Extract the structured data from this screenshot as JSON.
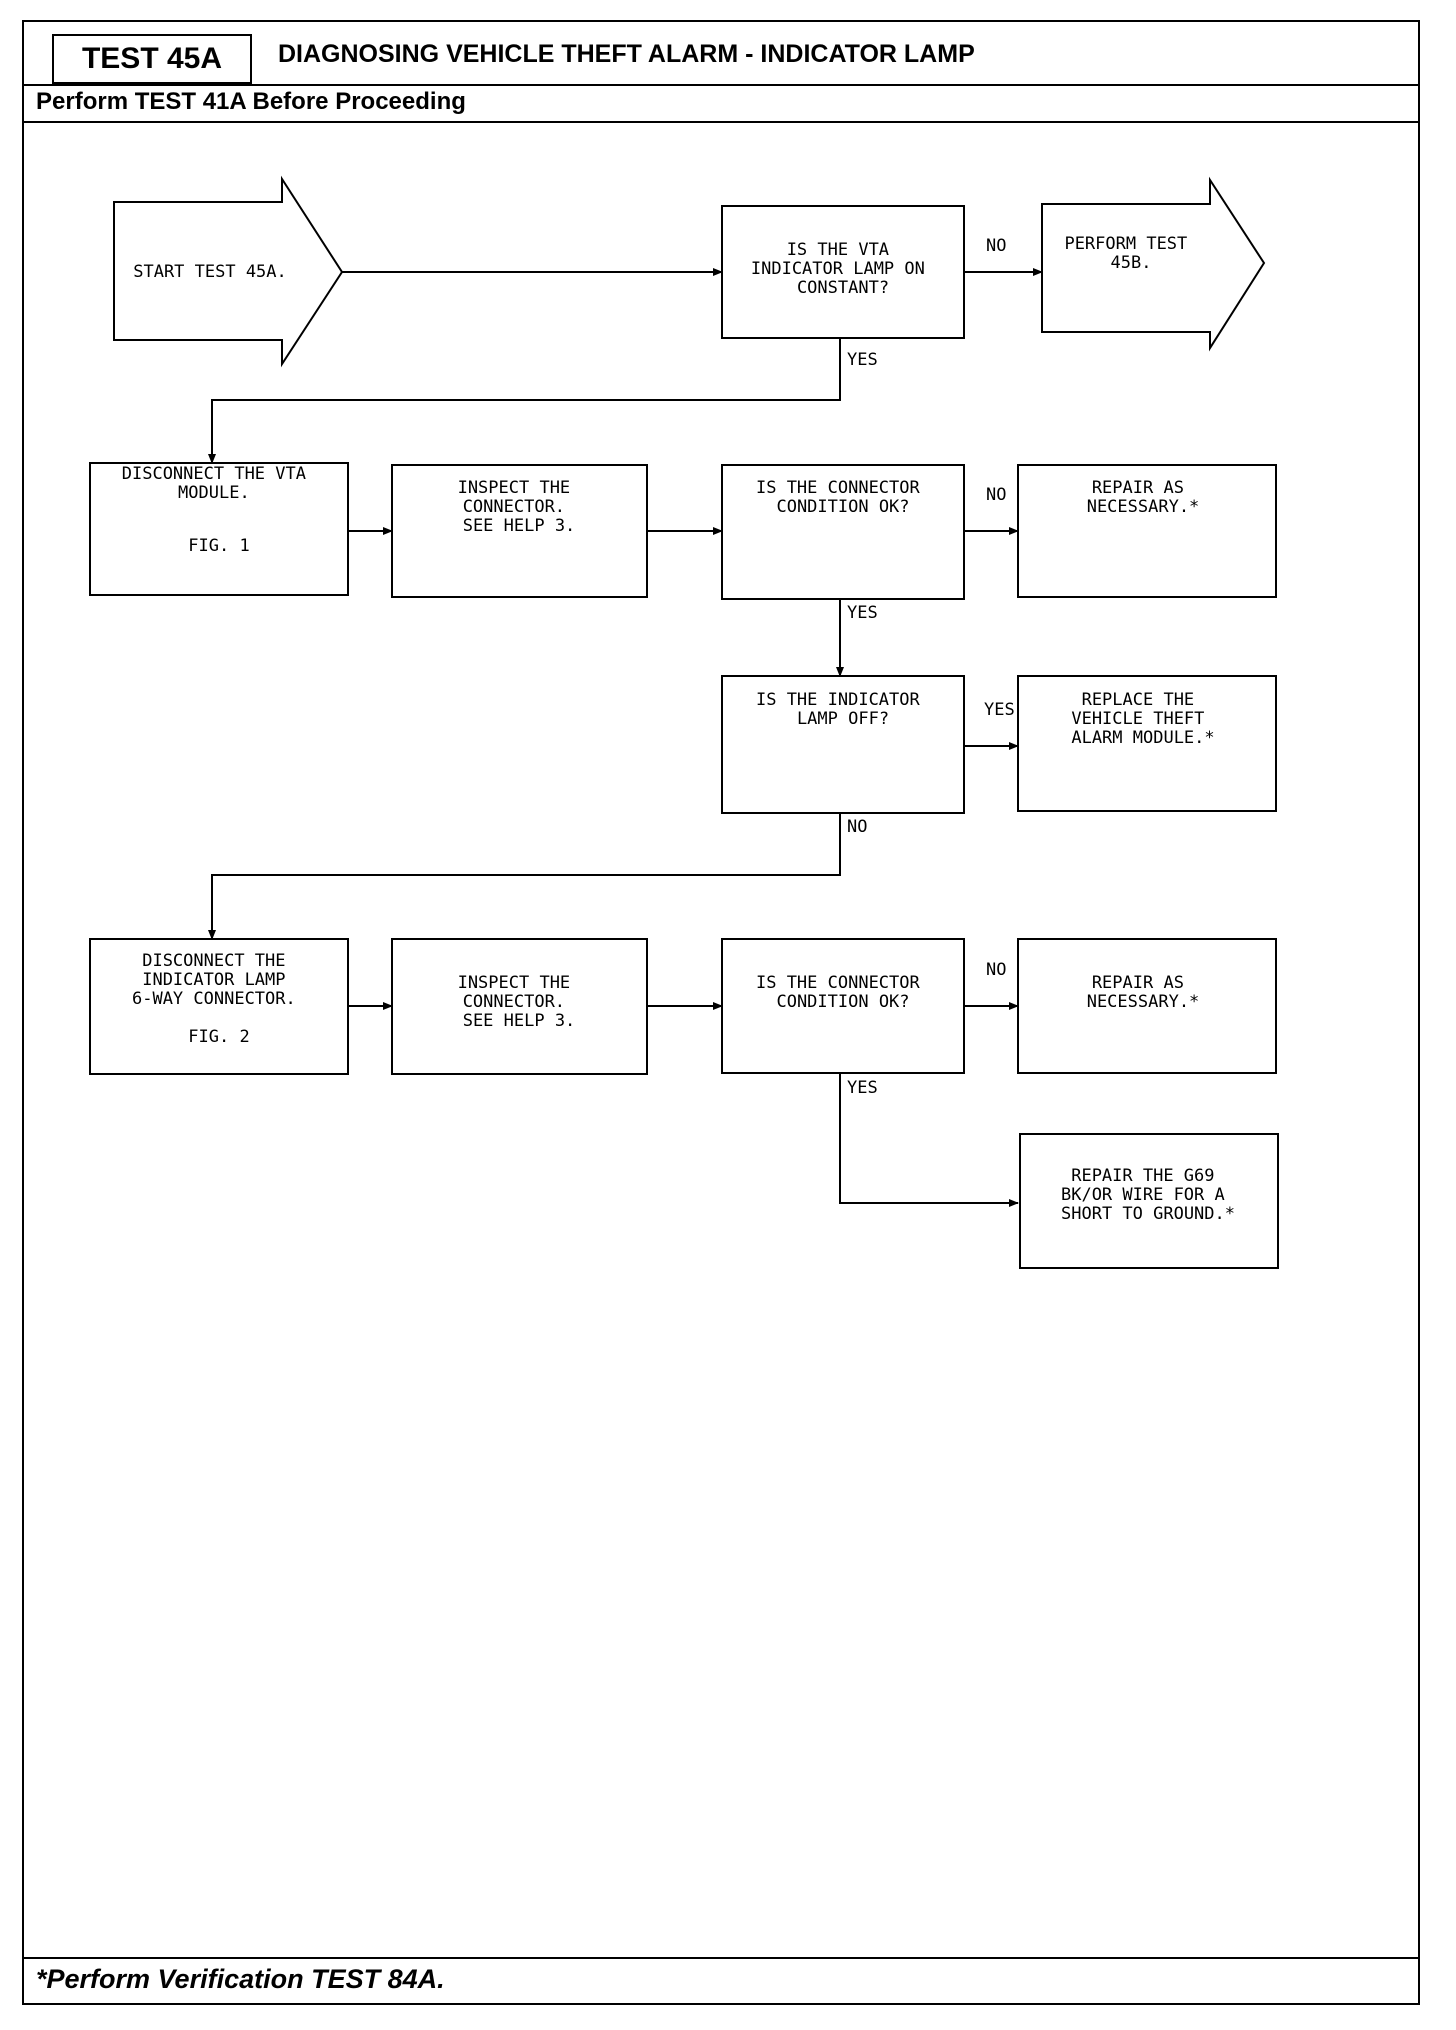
{
  "header": {
    "test_id": "TEST 45A",
    "title": "DIAGNOSING VEHICLE THEFT ALARM - INDICATOR LAMP",
    "prerequisite": "Perform TEST 41A Before Proceeding"
  },
  "footer": {
    "note": "*Perform Verification TEST 84A."
  },
  "flow": {
    "start": [
      "START TEST 45A."
    ],
    "q_lamp_constant": [
      "IS THE VTA",
      "INDICATOR LAMP ON",
      "CONSTANT?"
    ],
    "perform_45b": [
      "PERFORM TEST",
      "45B."
    ],
    "disconnect_vta": [
      "DISCONNECT THE VTA",
      "MODULE."
    ],
    "disconnect_vta_fig": "FIG. 1",
    "inspect_1": [
      "INSPECT THE",
      "CONNECTOR.",
      "SEE HELP 3."
    ],
    "q_connector_1": [
      "IS THE CONNECTOR",
      "CONDITION OK?"
    ],
    "repair_1": [
      "REPAIR AS",
      "NECESSARY.*"
    ],
    "q_lamp_off": [
      "IS THE INDICATOR",
      "LAMP OFF?"
    ],
    "replace_module": [
      "REPLACE THE",
      "VEHICLE THEFT",
      "ALARM MODULE.*"
    ],
    "disconnect_lamp": [
      "DISCONNECT THE",
      "INDICATOR LAMP",
      "6-WAY CONNECTOR."
    ],
    "disconnect_lamp_fig": "FIG. 2",
    "inspect_2": [
      "INSPECT THE",
      "CONNECTOR.",
      "SEE HELP 3."
    ],
    "q_connector_2": [
      "IS THE CONNECTOR",
      "CONDITION OK?"
    ],
    "repair_2": [
      "REPAIR AS",
      "NECESSARY.*"
    ],
    "repair_g69": [
      "REPAIR THE G69",
      "BK/OR WIRE FOR A",
      "SHORT TO GROUND.*"
    ],
    "labels": {
      "no_1": "NO",
      "yes_1": "YES",
      "no_2": "NO",
      "yes_2": "YES",
      "yes_3": "YES",
      "no_3": "NO",
      "no_4": "NO",
      "yes_4": "YES"
    }
  }
}
